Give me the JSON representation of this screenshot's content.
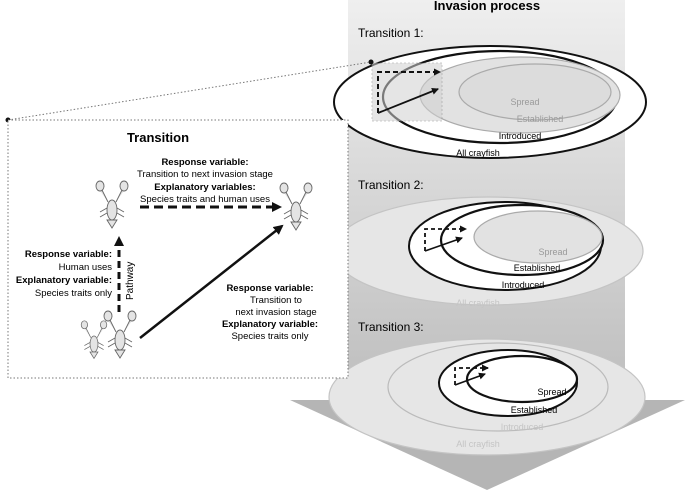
{
  "process": {
    "title": "Invasion process",
    "transitions": [
      "Transition 1:",
      "Transition 2:",
      "Transition 3:"
    ]
  },
  "rings": {
    "all": "All crayfish",
    "introduced": "Introduced",
    "established": "Established",
    "spread": "Spread"
  },
  "detail": {
    "title": "Transition",
    "top": {
      "response_label": "Response variable:",
      "response_value": "Transition to next invasion stage",
      "explanatory_label": "Explanatory variables:",
      "explanatory_value": "Species traits and human uses"
    },
    "left": {
      "response_label": "Response variable:",
      "response_value": "Human uses",
      "explanatory_label": "Explanatory variable:",
      "explanatory_value": "Species traits only"
    },
    "right": {
      "response_label": "Response variable:",
      "response_value_1": "Transition to",
      "response_value_2": "next invasion stage",
      "explanatory_label": "Explanatory variable:",
      "explanatory_value": "Species traits only"
    },
    "pathway": "Pathway"
  },
  "colors": {
    "column": "#d6d6d6",
    "arrow_head": "#b8b8b8",
    "black": "#111111"
  }
}
